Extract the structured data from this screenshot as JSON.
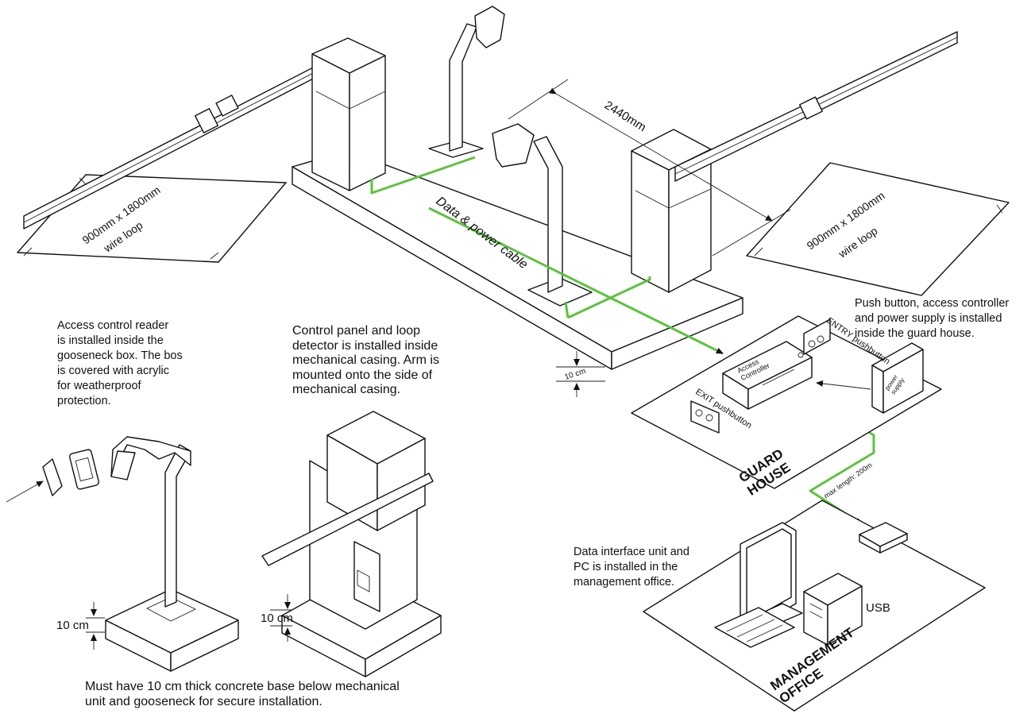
{
  "labels": {
    "dimension_top": "2440mm",
    "loop_left_line1": "900mm x 1800mm",
    "loop_left_line2": "wire loop",
    "loop_right_line1": "900mm x 1800mm",
    "loop_right_line2": "wire loop",
    "data_cable": "Data & power cable",
    "base_height_top": "10 cm",
    "base_height_gooseneck": "10 cm",
    "base_height_casing": "10 cm",
    "access_controller": "Access\nController",
    "power_supply": "power\nsupply",
    "entry_pushbutton": "ENTRY pushbutton",
    "exit_pushbutton": "EXIT pushbutton",
    "guard_house": "GUARD\nHOUSE",
    "max_length": "max length: 200m",
    "usb": "USB",
    "management_office": "MANAGEMENT\nOFFICE"
  },
  "notes": {
    "reader": "Access control reader\nis installed inside the\ngooseneck box. The bos\nis covered with acrylic\nfor weatherproof\nprotection.",
    "control_panel": "Control panel and loop\ndetector is installed inside\nmechanical casing.  Arm is\nmounted onto the side of\nmechanical casing.",
    "push_button": "Push button, access controller\nand power supply is installed\ninside the guard house.",
    "data_interface": "Data interface unit and\nPC is installed in the\nmanagement office.",
    "base_requirement": "Must have 10 cm thick concrete base below mechanical\nunit and gooseneck for secure installation."
  },
  "colors": {
    "cable": "#5cc23e",
    "line": "#111111",
    "background": "#ffffff"
  }
}
